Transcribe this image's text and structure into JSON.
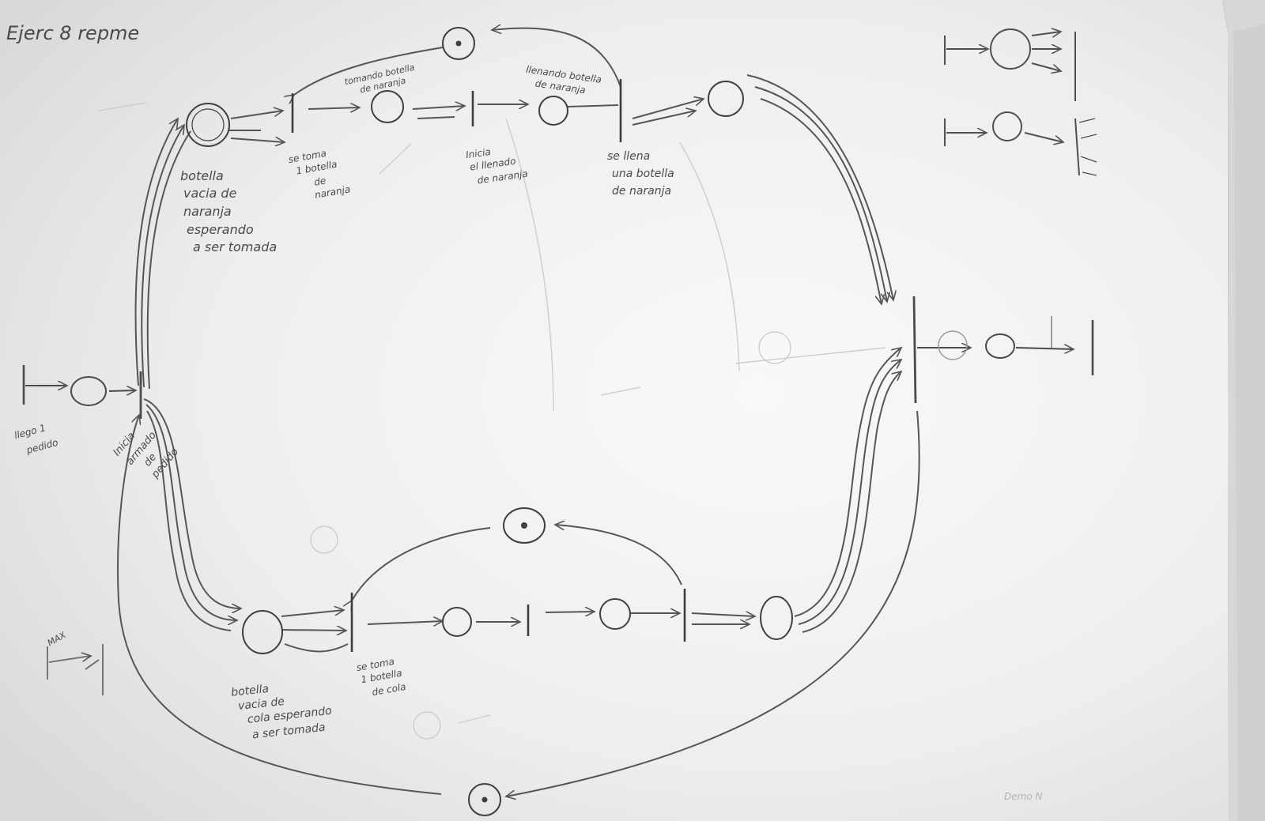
{
  "title": "Ejerc 8 repme",
  "petri_net": {
    "transitions": {
      "arrival": {
        "labels": [
          "llego 1",
          "pedido"
        ]
      },
      "start_prep": {
        "labels": [
          "Inicia",
          "armado",
          "de",
          "pedido"
        ]
      },
      "take_orange": {
        "labels": [
          "se toma",
          "1 botella",
          "de",
          "naranja"
        ]
      },
      "start_fill_orange": {
        "labels": [
          "Inicia",
          "el llenado",
          "de naranja"
        ]
      },
      "end_fill_orange": {
        "labels": [
          "se llena",
          "una botella",
          "de naranja"
        ]
      },
      "take_cola": {
        "labels": [
          "se toma",
          "1 botella",
          "de cola"
        ]
      },
      "start_fill_cola": {
        "labels": []
      },
      "end_fill_cola": {
        "labels": []
      },
      "join": {
        "labels": []
      },
      "final": {
        "labels": []
      }
    },
    "places": {
      "orange_empty": {
        "labels": [
          "botella",
          "vacia de",
          "naranja",
          "esperando",
          "a ser tomada"
        ]
      },
      "orange_taken": {
        "labels": [
          "tomando botella",
          "de naranja"
        ]
      },
      "orange_filling": {
        "labels": [
          "llenando botella",
          "de naranja"
        ]
      },
      "orange_filled": {
        "labels": []
      },
      "cola_empty": {
        "labels": [
          "botella",
          "vacia de",
          "cola esperando",
          "a ser tomada"
        ]
      },
      "cola_taken": {
        "labels": []
      },
      "cola_filling": {
        "labels": []
      },
      "cola_filled": {
        "labels": []
      },
      "orange_resource": {
        "labels": []
      },
      "cola_resource": {
        "labels": []
      },
      "loop_resource": {
        "labels": []
      }
    }
  },
  "side_notes": {
    "bottom_left": "MAX",
    "bottom_right": "Demo N"
  }
}
